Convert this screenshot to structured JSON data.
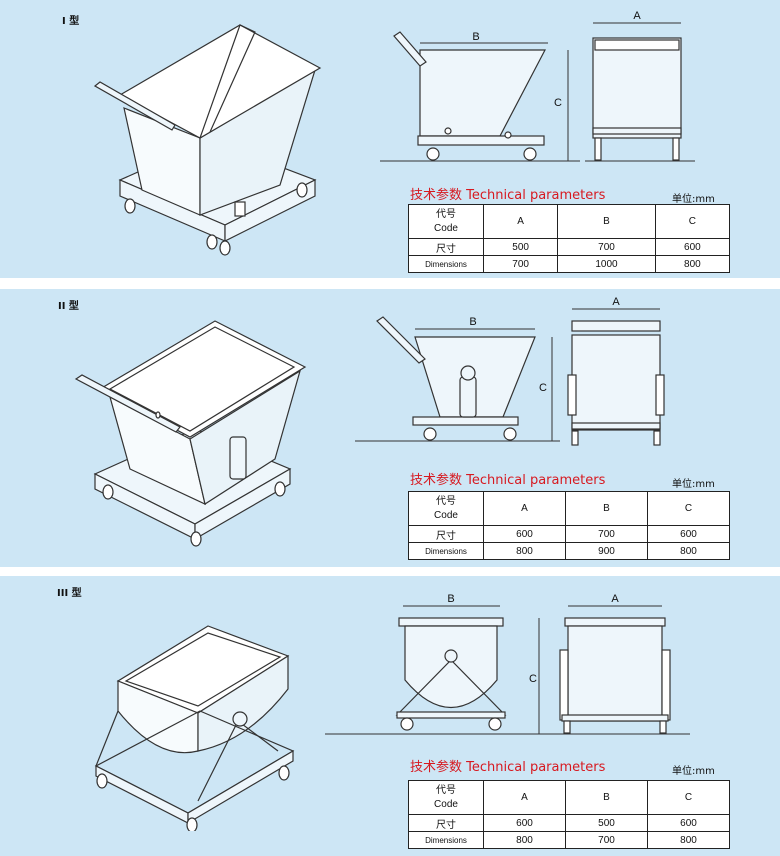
{
  "sections": [
    {
      "type_label": "I 型",
      "dims": {
        "A": "A",
        "B": "B",
        "C": "C"
      },
      "params_title": "技术参数 Technical parameters",
      "unit": "单位:mm",
      "table": {
        "code_cn": "代号",
        "code_en": "Code",
        "size_cn": "尺寸",
        "size_en": "Dimensions",
        "columns": [
          "A",
          "B",
          "C"
        ],
        "rows": [
          [
            "500",
            "700",
            "600"
          ],
          [
            "700",
            "1000",
            "800"
          ]
        ]
      }
    },
    {
      "type_label": "II 型",
      "dims": {
        "A": "A",
        "B": "B",
        "C": "C"
      },
      "params_title": "技术参数 Technical parameters",
      "unit": "单位:mm",
      "table": {
        "code_cn": "代号",
        "code_en": "Code",
        "size_cn": "尺寸",
        "size_en": "Dimensions",
        "columns": [
          "A",
          "B",
          "C"
        ],
        "rows": [
          [
            "600",
            "700",
            "600"
          ],
          [
            "800",
            "900",
            "800"
          ]
        ]
      }
    },
    {
      "type_label": "III 型",
      "dims": {
        "A": "A",
        "B": "B",
        "C": "C"
      },
      "params_title": "技术参数 Technical parameters",
      "unit": "单位:mm",
      "table": {
        "code_cn": "代号",
        "code_en": "Code",
        "size_cn": "尺寸",
        "size_en": "Dimensions",
        "columns": [
          "A",
          "B",
          "C"
        ],
        "rows": [
          [
            "600",
            "500",
            "600"
          ],
          [
            "800",
            "700",
            "800"
          ]
        ]
      }
    }
  ]
}
